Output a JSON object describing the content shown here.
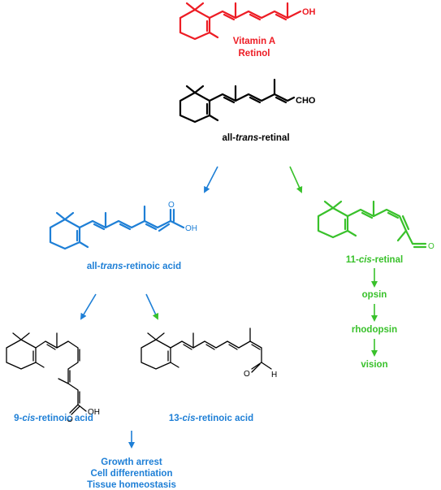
{
  "colors": {
    "vitamin_a": "#ed1c24",
    "retinal": "#000000",
    "retinoic": "#1e7fd6",
    "cis_retinal": "#39c12b"
  },
  "vitamin_a": {
    "name": "Vitamin A",
    "alt_name": "Retinol",
    "end_group": "OH"
  },
  "all_trans_retinal": {
    "prefix": "all-",
    "italic": "trans",
    "suffix": "-retinal",
    "end_group": "CHO"
  },
  "all_trans_retinoic_acid": {
    "prefix": "all-",
    "italic": "trans",
    "suffix": "-retinoic acid",
    "end_group_o": "O",
    "end_group_oh": "OH"
  },
  "cis11_retinal": {
    "prefix": "11-",
    "italic": "cis",
    "suffix": "-retinal",
    "end_group": "O"
  },
  "cis9_retinoic_acid": {
    "prefix": "9-",
    "italic": "cis",
    "suffix": "-retinoic acid",
    "end_group_o": "O",
    "end_group_oh": "OH"
  },
  "cis13_retinoic_acid": {
    "prefix": "13-",
    "italic": "cis",
    "suffix": "-retinoic acid",
    "end_group_o": "O",
    "end_group_h": "H"
  },
  "vision_pathway": [
    "opsin",
    "rhodopsin",
    "vision"
  ],
  "outcomes": [
    "Growth arrest",
    "Cell differentiation",
    "Tissue homeostasis"
  ]
}
